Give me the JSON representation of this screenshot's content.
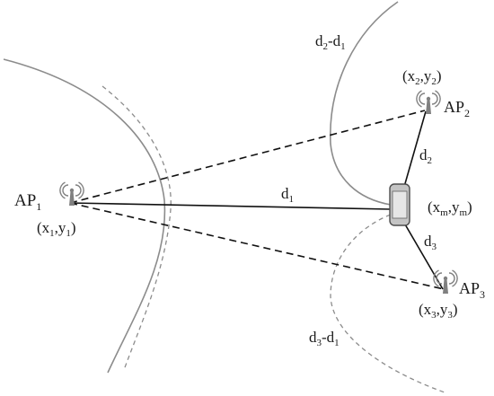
{
  "labels": {
    "d2_minus_d1": {
      "base": "d",
      "sub1": "2",
      "mid": "-d",
      "sub2": "1"
    },
    "d3_minus_d1": {
      "base": "d",
      "sub1": "3",
      "mid": "-d",
      "sub2": "1"
    },
    "d1": {
      "base": "d",
      "sub": "1"
    },
    "d2": {
      "base": "d",
      "sub": "2"
    },
    "d3": {
      "base": "d",
      "sub": "3"
    },
    "ap1": {
      "base": "AP",
      "sub": "1"
    },
    "ap2": {
      "base": "AP",
      "sub": "2"
    },
    "ap3": {
      "base": "AP",
      "sub": "3"
    },
    "ap1_coord": {
      "open": "(x",
      "s1": "1",
      "comma": ",y",
      "s2": "1",
      "close": ")"
    },
    "ap2_coord": {
      "open": "(x",
      "s1": "2",
      "comma": ",y",
      "s2": "2",
      "close": ")"
    },
    "ap3_coord": {
      "open": "(x",
      "s1": "3",
      "comma": ",y",
      "s2": "3",
      "close": ")"
    },
    "mobile_coord": {
      "open": "(x",
      "s1": "m",
      "comma": ",y",
      "s2": "m",
      "close": ")"
    }
  },
  "icons": {
    "access_point": "antenna-icon",
    "mobile": "mobile-device-icon"
  },
  "colors": {
    "solid_curve": "#8c8c8c",
    "dashed_curve": "#8c8c8c",
    "lines": "#111111",
    "antenna": "#808080",
    "device": "#bdbdbd"
  }
}
